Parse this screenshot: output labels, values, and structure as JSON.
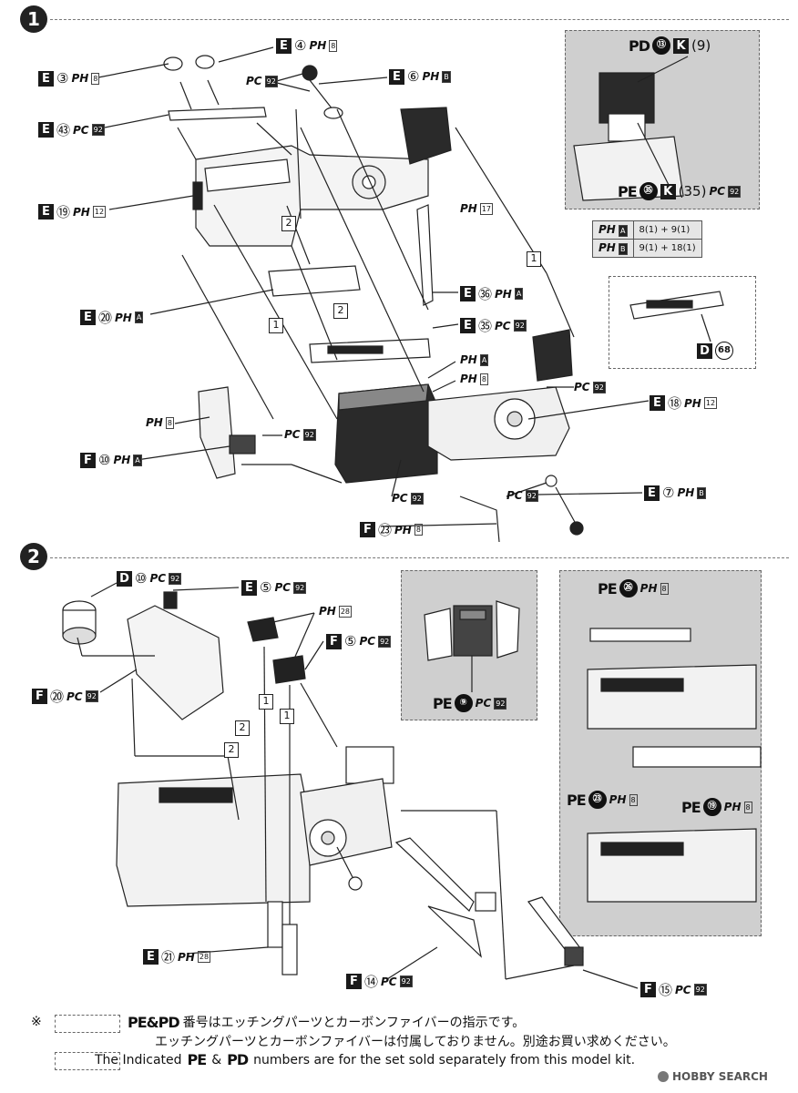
{
  "steps": [
    {
      "number": "1"
    },
    {
      "number": "2"
    }
  ],
  "step1_labels": [
    {
      "part": "E",
      "num": "④",
      "pc": "PH",
      "box": "8"
    },
    {
      "part": "E",
      "num": "③",
      "pc": "PH",
      "box": "8"
    },
    {
      "part": "E",
      "num": "⑥",
      "pc": "PH",
      "box": "B"
    },
    {
      "part": "E",
      "num": "㊸",
      "pc": "PC",
      "box": "92"
    },
    {
      "part": "E",
      "num": "⑲",
      "pc": "PH",
      "box": "12"
    },
    {
      "part": "E",
      "num": "⑳",
      "pc": "PH",
      "box": "A"
    },
    {
      "part": "E",
      "num": "㊱",
      "pc": "PH",
      "box": "A"
    },
    {
      "part": "E",
      "num": "㉟",
      "pc": "PC",
      "box": "92"
    },
    {
      "part": "E",
      "num": "⑱",
      "pc": "PH",
      "box": "12"
    },
    {
      "part": "F",
      "num": "⑩",
      "pc": "PH",
      "box": "A"
    },
    {
      "part": "E",
      "num": "⑦",
      "pc": "PH",
      "box": "B"
    },
    {
      "part": "F",
      "num": "㉓",
      "pc": "PH",
      "box": "8"
    }
  ],
  "step1_paint_marks": [
    {
      "pc": "PC",
      "box": "92"
    },
    {
      "pc": "PH",
      "box": "17"
    },
    {
      "pc": "PH",
      "box": "A"
    },
    {
      "pc": "PH",
      "box": "8"
    },
    {
      "pc": "PC",
      "box": "92"
    },
    {
      "pc": "PH",
      "box": "8"
    },
    {
      "pc": "PC",
      "box": "92"
    },
    {
      "pc": "PC",
      "box": "92"
    },
    {
      "pc": "PC",
      "box": "92"
    }
  ],
  "callouts": [
    "1",
    "2",
    "2",
    "1",
    "2",
    "2",
    "1",
    "1"
  ],
  "inset_pd": {
    "label": "PD",
    "num": "⑬",
    "k": "K",
    "paren": "(9)"
  },
  "inset_pe35": {
    "label": "PE",
    "num": "㉟",
    "k": "K",
    "paren": "(35)",
    "pc": "PC",
    "box": "92"
  },
  "mix_table": [
    {
      "name": "A",
      "formula": "8(1) + 9(1)"
    },
    {
      "name": "B",
      "formula": "9(1) + 18(1)"
    }
  ],
  "inset_d68": {
    "part": "D",
    "num": "68"
  },
  "step2_labels": [
    {
      "part": "D",
      "num": "⑩",
      "pc": "PC",
      "box": "92"
    },
    {
      "part": "E",
      "num": "⑤",
      "pc": "PC",
      "box": "92"
    },
    {
      "part": "F",
      "num": "⑤",
      "pc": "PC",
      "box": "92"
    },
    {
      "part": "F",
      "num": "⑳",
      "pc": "PC",
      "box": "92"
    },
    {
      "part": "E",
      "num": "㉑",
      "pc": "PH",
      "box": "28"
    },
    {
      "part": "F",
      "num": "⑭",
      "pc": "PC",
      "box": "92"
    },
    {
      "part": "F",
      "num": "⑮",
      "pc": "PC",
      "box": "92"
    }
  ],
  "step2_paint_mark": {
    "pc": "PH",
    "box": "28"
  },
  "pe9": {
    "label": "PE",
    "num": "⑨",
    "pc": "PC",
    "box": "92"
  },
  "pe26": {
    "label": "PE",
    "num": "㉖",
    "pc": "PH",
    "box": "8"
  },
  "pe23": {
    "label": "PE",
    "num": "㉓",
    "pc": "PH",
    "box": "8"
  },
  "pe19": {
    "label": "PE",
    "num": "⑲",
    "pc": "PH",
    "box": "8"
  },
  "note": {
    "asterisk": "※",
    "line1_prefix": "PE&PD",
    "line1": "番号はエッチングパーツとカーボンファイバーの指示です。",
    "line2": "エッチングパーツとカーボンファイバーは付属しておりません。別途お買い求めください。",
    "line3_a": "The Indicated",
    "line3_pe": "PE",
    "line3_amp": "&",
    "line3_pd": "PD",
    "line3_b": "numbers are for the set sold separately from this model kit."
  },
  "watermark": "HOBBY SEARCH",
  "colors": {
    "dark": "#1a1a1a",
    "inset_gray": "#cfcfcf",
    "line": "#222222"
  }
}
